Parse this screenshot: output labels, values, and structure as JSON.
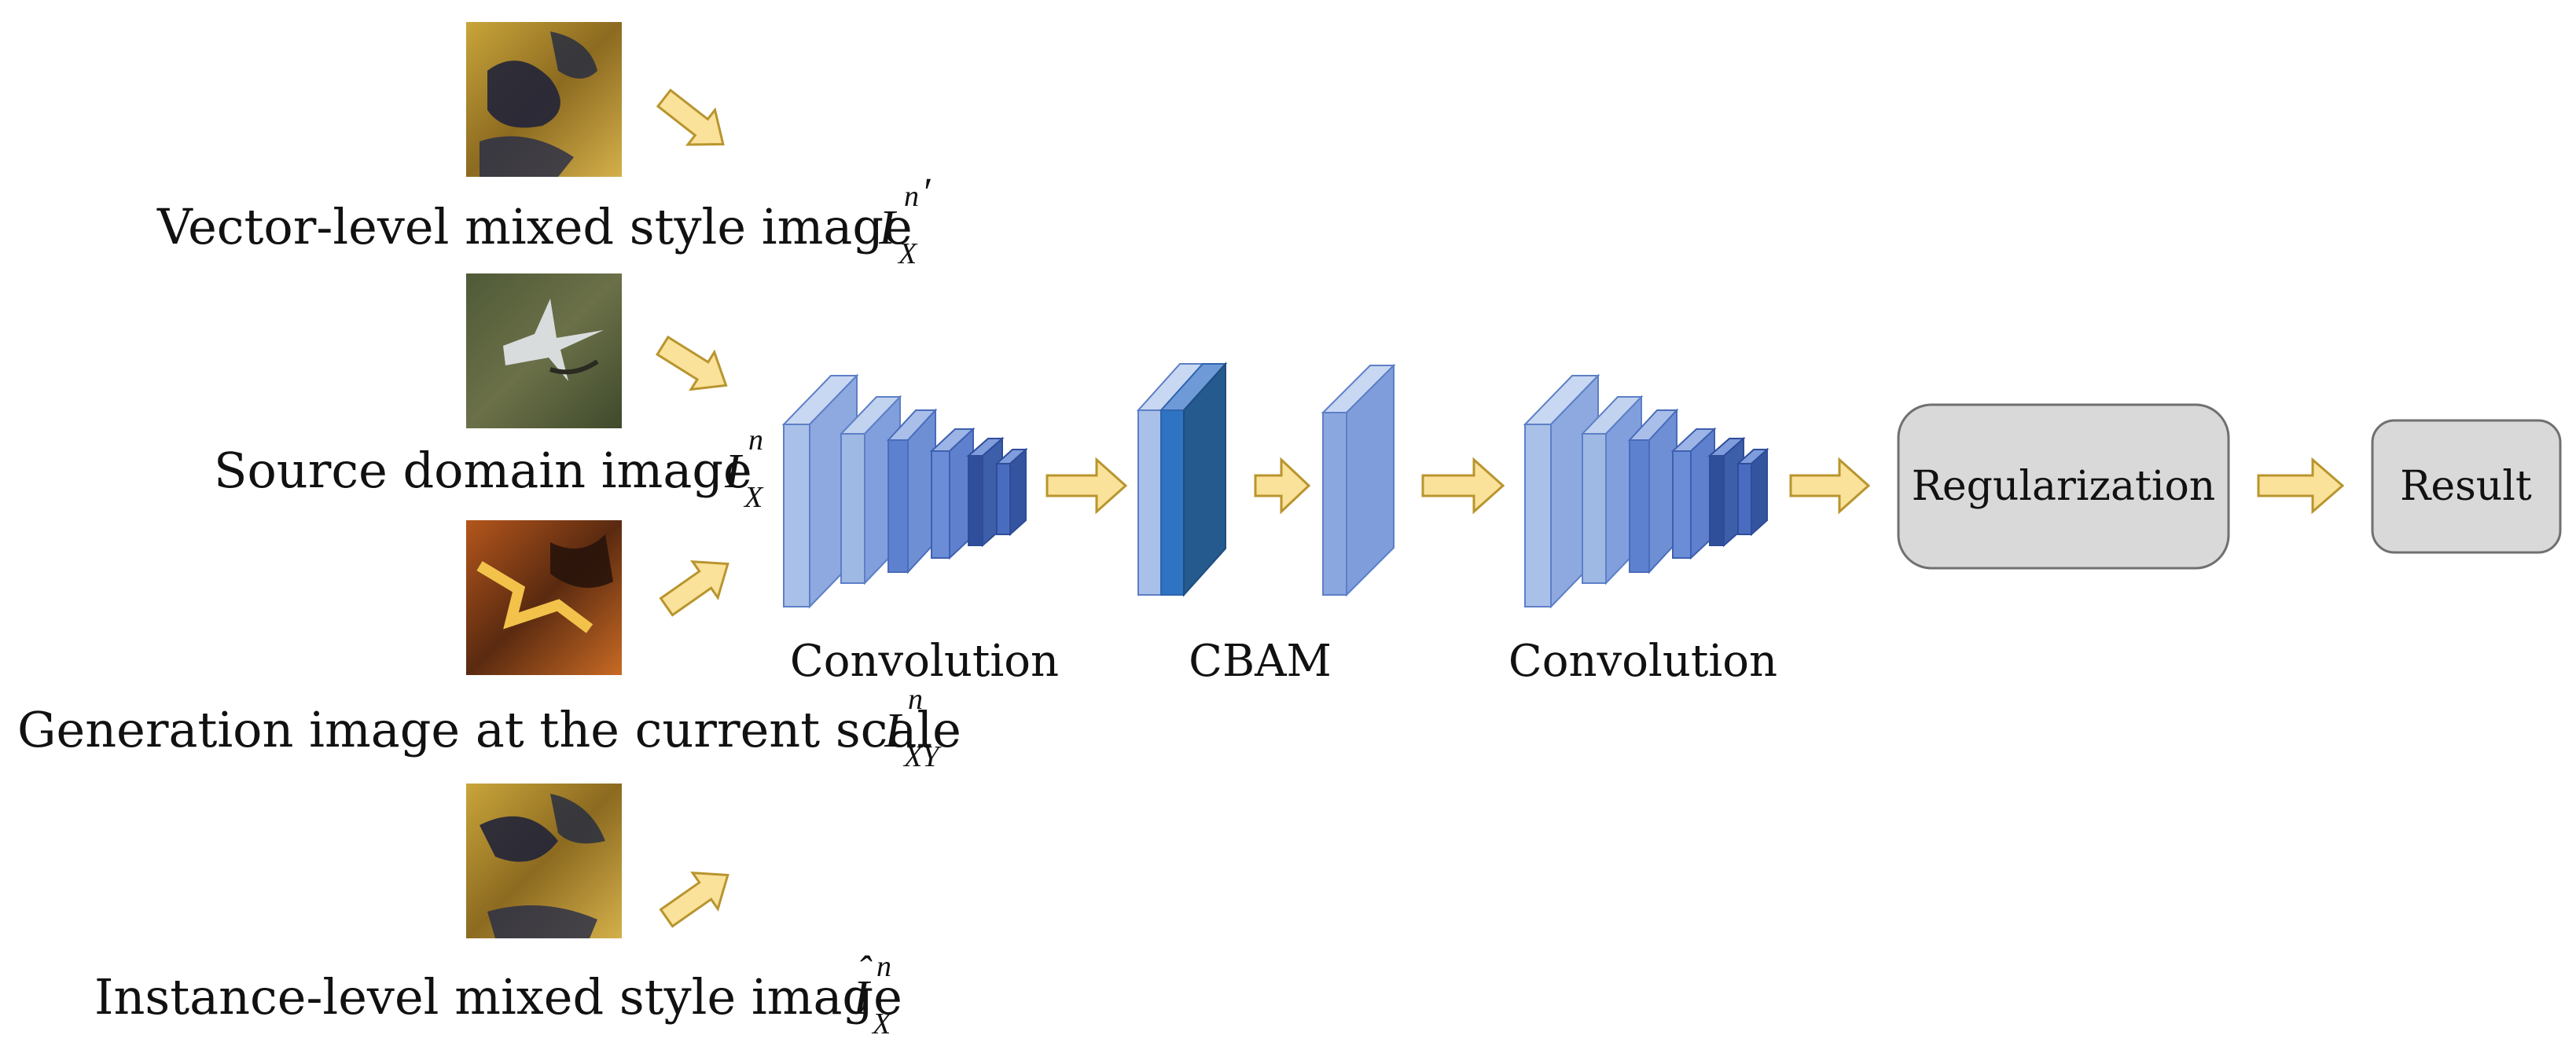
{
  "inputs": [
    {
      "caption": "Vector-level mixed style image",
      "math": {
        "base": "I",
        "sup": "n",
        "sub": "X",
        "prime": "′",
        "hat": false
      },
      "image": "yellow-dark-texture"
    },
    {
      "caption": "Source domain image",
      "math": {
        "base": "I",
        "sup": "n",
        "sub": "X",
        "prime": "",
        "hat": false
      },
      "image": "aerial-aircraft-photo"
    },
    {
      "caption": "Generation image at the current scale",
      "math": {
        "base": "I",
        "sup": "n",
        "sub": "XY",
        "prime": "",
        "hat": false
      },
      "image": "orange-brown-generated"
    },
    {
      "caption": "Instance-level mixed style image",
      "math": {
        "base": "I",
        "sup": "n",
        "sub": "X",
        "prime": "",
        "hat": true,
        "hat_char": "ˆ"
      },
      "image": "yellow-dark-texture"
    }
  ],
  "stages": {
    "conv1_label": "Convolution",
    "cbam_label": "CBAM",
    "conv2_label": "Convolution",
    "regularization_label": "Regularization",
    "result_label": "Result"
  },
  "colors": {
    "arrow_fill": "#fbe29a",
    "arrow_stroke": "#b8952e",
    "block_light": "#a9c1e8",
    "block_mid": "#6e92d6",
    "block_dark": "#3d5ea8",
    "box_fill": "#d9d9d9",
    "box_stroke": "#707070"
  }
}
